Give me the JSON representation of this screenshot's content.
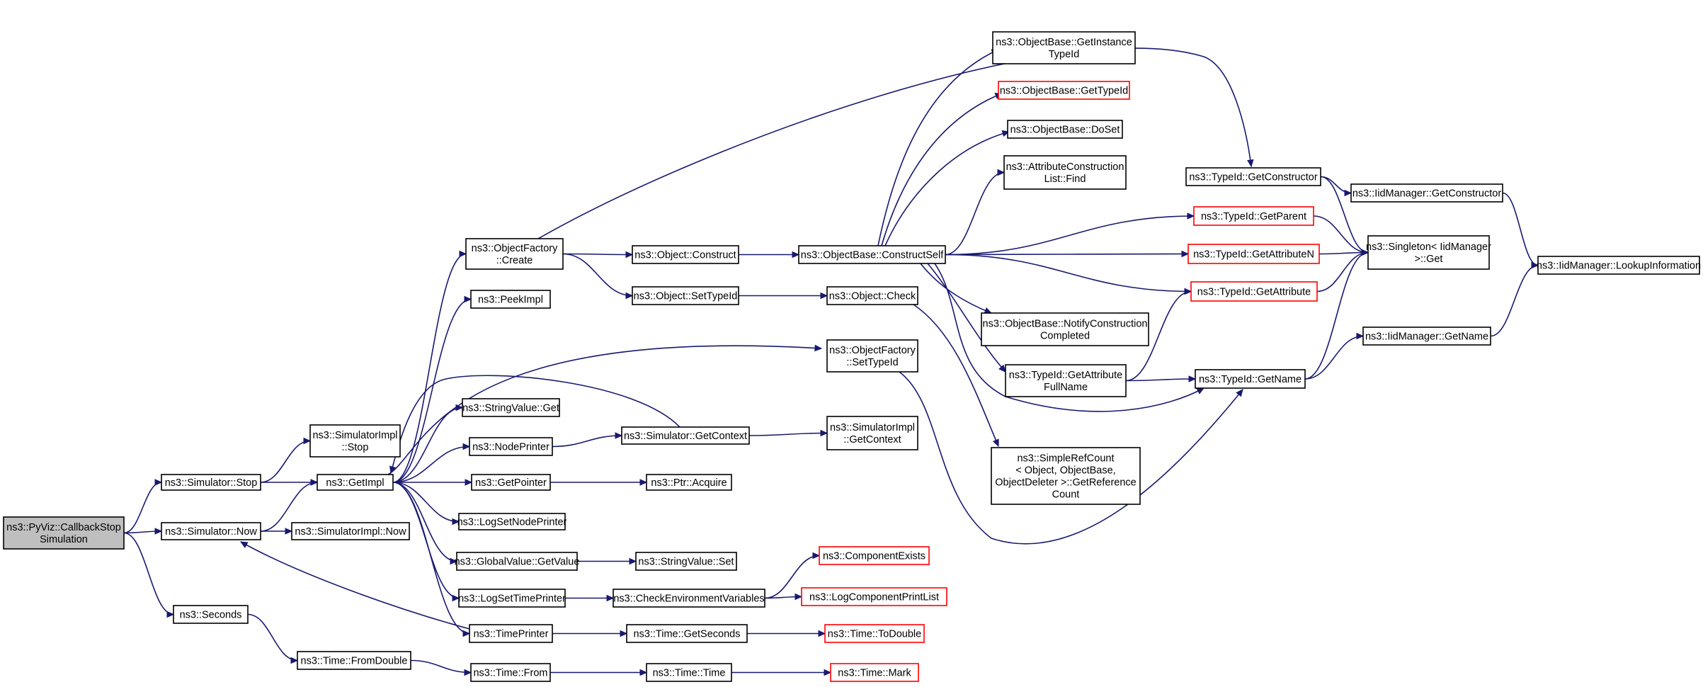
{
  "colors": {
    "edge": "#191970",
    "node_border": "#000000",
    "missing_border": "#ff0000",
    "root_fill": "#bfbfbf",
    "node_fill": "#ffffff"
  },
  "nodes": {
    "root": {
      "lines": [
        "ns3::PyViz::CallbackStop",
        "Simulation"
      ],
      "type": "root"
    },
    "sim_stop": {
      "lines": [
        "ns3::Simulator::Stop"
      ],
      "type": "normal"
    },
    "sim_now": {
      "lines": [
        "ns3::Simulator::Now"
      ],
      "type": "normal"
    },
    "seconds": {
      "lines": [
        "ns3::Seconds"
      ],
      "type": "normal"
    },
    "simimpl_stop": {
      "lines": [
        "ns3::SimulatorImpl",
        "::Stop"
      ],
      "type": "normal"
    },
    "getimpl": {
      "lines": [
        "ns3::GetImpl"
      ],
      "type": "normal"
    },
    "simimpl_now": {
      "lines": [
        "ns3::SimulatorImpl::Now"
      ],
      "type": "normal"
    },
    "time_fromdouble": {
      "lines": [
        "ns3::Time::FromDouble"
      ],
      "type": "normal"
    },
    "of_create": {
      "lines": [
        "ns3::ObjectFactory",
        "::Create"
      ],
      "type": "normal"
    },
    "peekimpl": {
      "lines": [
        "ns3::PeekImpl"
      ],
      "type": "normal"
    },
    "stringvalue_get": {
      "lines": [
        "ns3::StringValue::Get"
      ],
      "type": "normal"
    },
    "nodeprinter": {
      "lines": [
        "ns3::NodePrinter"
      ],
      "type": "normal"
    },
    "getpointer": {
      "lines": [
        "ns3::GetPointer"
      ],
      "type": "normal"
    },
    "logsetnodeprinter": {
      "lines": [
        "ns3::LogSetNodePrinter"
      ],
      "type": "normal"
    },
    "globalvalue_getvalue": {
      "lines": [
        "ns3::GlobalValue::GetValue"
      ],
      "type": "normal"
    },
    "logsettimeprinter": {
      "lines": [
        "ns3::LogSetTimePrinter"
      ],
      "type": "normal"
    },
    "timeprinter": {
      "lines": [
        "ns3::TimePrinter"
      ],
      "type": "normal"
    },
    "time_from": {
      "lines": [
        "ns3::Time::From"
      ],
      "type": "normal"
    },
    "object_construct": {
      "lines": [
        "ns3::Object::Construct"
      ],
      "type": "normal"
    },
    "object_settypeid": {
      "lines": [
        "ns3::Object::SetTypeId"
      ],
      "type": "normal"
    },
    "sim_getcontext": {
      "lines": [
        "ns3::Simulator::GetContext"
      ],
      "type": "normal"
    },
    "ptr_acquire": {
      "lines": [
        "ns3::Ptr::Acquire"
      ],
      "type": "normal"
    },
    "stringvalue_set": {
      "lines": [
        "ns3::StringValue::Set"
      ],
      "type": "normal"
    },
    "checkenv": {
      "lines": [
        "ns3::CheckEnvironmentVariables"
      ],
      "type": "normal"
    },
    "time_getseconds": {
      "lines": [
        "ns3::Time::GetSeconds"
      ],
      "type": "normal"
    },
    "time_time": {
      "lines": [
        "ns3::Time::Time"
      ],
      "type": "normal"
    },
    "ob_constructself": {
      "lines": [
        "ns3::ObjectBase::ConstructSelf"
      ],
      "type": "normal"
    },
    "object_check": {
      "lines": [
        "ns3::Object::Check"
      ],
      "type": "normal"
    },
    "of_settypeid": {
      "lines": [
        "ns3::ObjectFactory",
        "::SetTypeId"
      ],
      "type": "normal"
    },
    "simimpl_getcontext": {
      "lines": [
        "ns3::SimulatorImpl",
        "::GetContext"
      ],
      "type": "normal"
    },
    "componentexists": {
      "lines": [
        "ns3::ComponentExists"
      ],
      "type": "missing"
    },
    "logcomponentprintlist": {
      "lines": [
        "ns3::LogComponentPrintList"
      ],
      "type": "missing"
    },
    "time_todouble": {
      "lines": [
        "ns3::Time::ToDouble"
      ],
      "type": "missing"
    },
    "time_mark": {
      "lines": [
        "ns3::Time::Mark"
      ],
      "type": "missing"
    },
    "ob_getinstancetypeid": {
      "lines": [
        "ns3::ObjectBase::GetInstance",
        "TypeId"
      ],
      "type": "normal"
    },
    "ob_gettypeid": {
      "lines": [
        "ns3::ObjectBase::GetTypeId"
      ],
      "type": "missing"
    },
    "ob_doset": {
      "lines": [
        "ns3::ObjectBase::DoSet"
      ],
      "type": "normal"
    },
    "acl_find": {
      "lines": [
        "ns3::AttributeConstruction",
        "List::Find"
      ],
      "type": "normal"
    },
    "ob_notifyconstructioncompleted": {
      "lines": [
        "ns3::ObjectBase::NotifyConstruction",
        "Completed"
      ],
      "type": "normal"
    },
    "typeid_getattributefullname": {
      "lines": [
        "ns3::TypeId::GetAttribute",
        "FullName"
      ],
      "type": "normal"
    },
    "simplerefcount": {
      "lines": [
        "ns3::SimpleRefCount",
        "< Object, ObjectBase,",
        "ObjectDeleter >::GetReference",
        "Count"
      ],
      "type": "normal"
    },
    "typeid_getconstructor": {
      "lines": [
        "ns3::TypeId::GetConstructor"
      ],
      "type": "normal"
    },
    "typeid_getparent": {
      "lines": [
        "ns3::TypeId::GetParent"
      ],
      "type": "missing"
    },
    "typeid_getattributen": {
      "lines": [
        "ns3::TypeId::GetAttributeN"
      ],
      "type": "missing"
    },
    "typeid_getattribute": {
      "lines": [
        "ns3::TypeId::GetAttribute"
      ],
      "type": "missing"
    },
    "typeid_getname": {
      "lines": [
        "ns3::TypeId::GetName"
      ],
      "type": "normal"
    },
    "iidmanager_getconstructor": {
      "lines": [
        "ns3::IidManager::GetConstructor"
      ],
      "type": "normal"
    },
    "singleton_get": {
      "lines": [
        "ns3::Singleton< IidManager",
        ">::Get"
      ],
      "type": "normal"
    },
    "iidmanager_getname": {
      "lines": [
        "ns3::IidManager::GetName"
      ],
      "type": "normal"
    },
    "iidmanager_lookupinformation": {
      "lines": [
        "ns3::IidManager::LookupInformation"
      ],
      "type": "normal"
    }
  },
  "edges": [
    [
      "root",
      "sim_stop"
    ],
    [
      "root",
      "sim_now"
    ],
    [
      "root",
      "seconds"
    ],
    [
      "sim_stop",
      "simimpl_stop"
    ],
    [
      "sim_stop",
      "getimpl"
    ],
    [
      "sim_now",
      "getimpl"
    ],
    [
      "sim_now",
      "simimpl_now"
    ],
    [
      "seconds",
      "time_fromdouble"
    ],
    [
      "getimpl",
      "of_create"
    ],
    [
      "getimpl",
      "peekimpl"
    ],
    [
      "getimpl",
      "of_settypeid"
    ],
    [
      "getimpl",
      "stringvalue_get"
    ],
    [
      "getimpl",
      "nodeprinter"
    ],
    [
      "getimpl",
      "getpointer"
    ],
    [
      "getimpl",
      "logsetnodeprinter"
    ],
    [
      "getimpl",
      "globalvalue_getvalue"
    ],
    [
      "getimpl",
      "logsettimeprinter"
    ],
    [
      "getimpl",
      "timeprinter"
    ],
    [
      "time_fromdouble",
      "time_from"
    ],
    [
      "of_create",
      "object_construct"
    ],
    [
      "of_create",
      "object_settypeid"
    ],
    [
      "of_create",
      "typeid_getconstructor"
    ],
    [
      "nodeprinter",
      "sim_getcontext"
    ],
    [
      "sim_getcontext",
      "getimpl"
    ],
    [
      "sim_getcontext",
      "simimpl_getcontext"
    ],
    [
      "getpointer",
      "ptr_acquire"
    ],
    [
      "globalvalue_getvalue",
      "stringvalue_set"
    ],
    [
      "logsettimeprinter",
      "checkenv"
    ],
    [
      "checkenv",
      "componentexists"
    ],
    [
      "checkenv",
      "logcomponentprintlist"
    ],
    [
      "timeprinter",
      "sim_now"
    ],
    [
      "timeprinter",
      "time_getseconds"
    ],
    [
      "time_getseconds",
      "time_todouble"
    ],
    [
      "time_from",
      "time_time"
    ],
    [
      "time_time",
      "time_mark"
    ],
    [
      "object_construct",
      "ob_constructself"
    ],
    [
      "object_settypeid",
      "object_check"
    ],
    [
      "object_check",
      "simplerefcount"
    ],
    [
      "of_settypeid",
      "typeid_getname"
    ],
    [
      "ob_constructself",
      "ob_getinstancetypeid"
    ],
    [
      "ob_constructself",
      "ob_gettypeid"
    ],
    [
      "ob_constructself",
      "ob_doset"
    ],
    [
      "ob_constructself",
      "acl_find"
    ],
    [
      "ob_constructself",
      "typeid_getparent"
    ],
    [
      "ob_constructself",
      "typeid_getattributen"
    ],
    [
      "ob_constructself",
      "typeid_getattribute"
    ],
    [
      "ob_constructself",
      "ob_notifyconstructioncompleted"
    ],
    [
      "ob_constructself",
      "typeid_getattributefullname"
    ],
    [
      "ob_constructself",
      "typeid_getname"
    ],
    [
      "typeid_getattributefullname",
      "typeid_getattribute"
    ],
    [
      "typeid_getattributefullname",
      "typeid_getname"
    ],
    [
      "typeid_getconstructor",
      "iidmanager_getconstructor"
    ],
    [
      "typeid_getconstructor",
      "singleton_get"
    ],
    [
      "typeid_getparent",
      "singleton_get"
    ],
    [
      "typeid_getattributen",
      "singleton_get"
    ],
    [
      "typeid_getattribute",
      "singleton_get"
    ],
    [
      "typeid_getname",
      "singleton_get"
    ],
    [
      "typeid_getname",
      "iidmanager_getname"
    ],
    [
      "iidmanager_getconstructor",
      "iidmanager_lookupinformation"
    ],
    [
      "iidmanager_getname",
      "iidmanager_lookupinformation"
    ]
  ]
}
